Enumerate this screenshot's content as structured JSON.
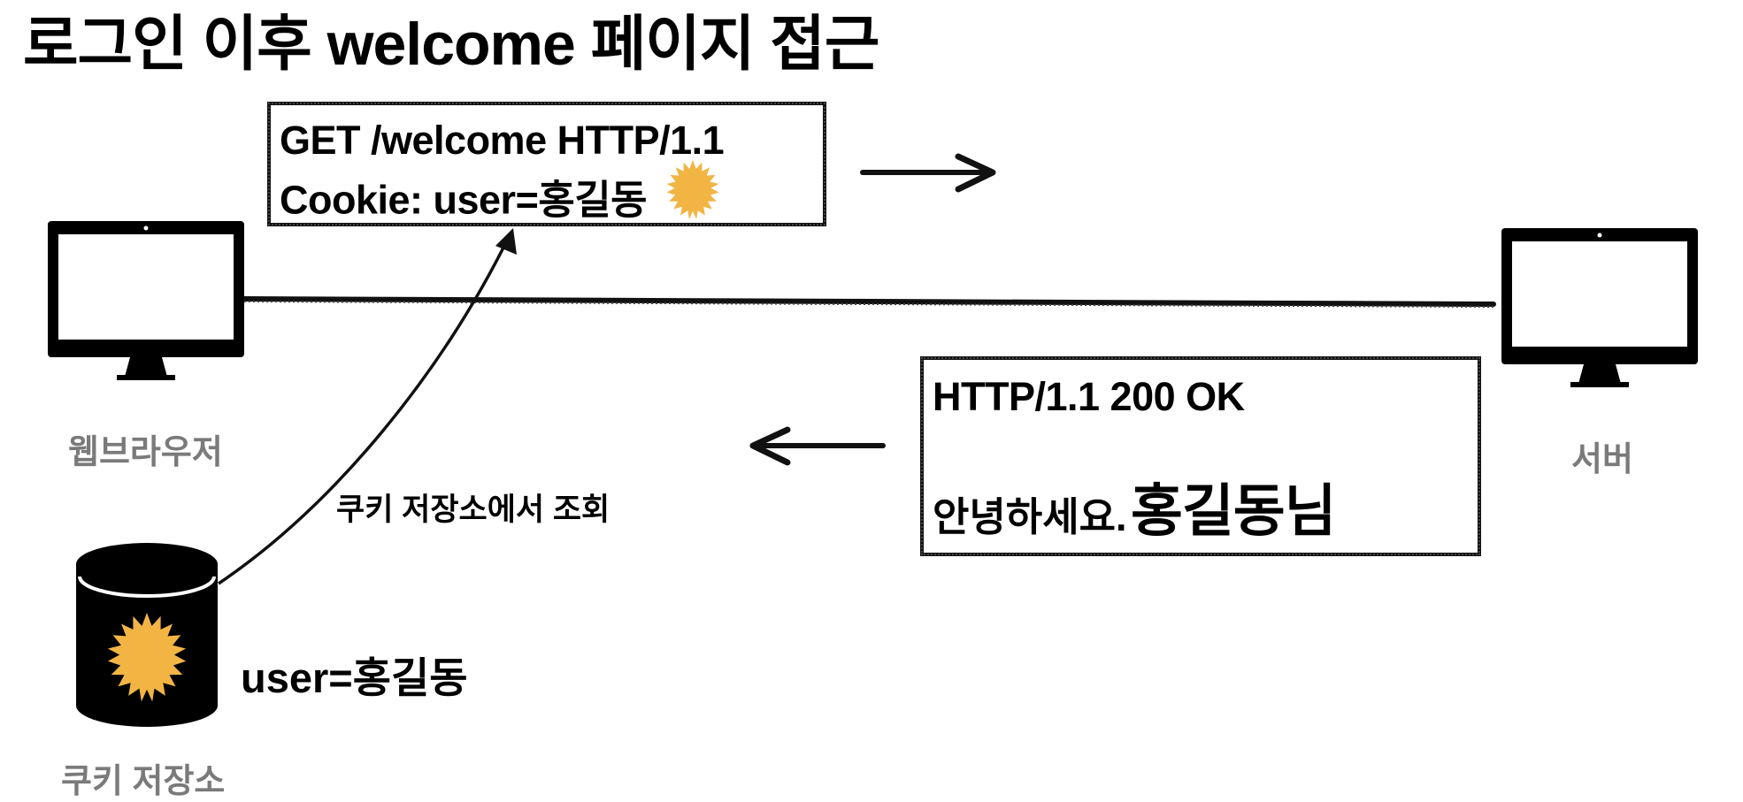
{
  "title": "로그인 이후 welcome 페이지 접근",
  "request": {
    "line1": "GET /welcome HTTP/1.1",
    "line2": "Cookie: user=홍길동"
  },
  "response": {
    "status": "HTTP/1.1 200 OK",
    "greeting_prefix": "안녕하세요.",
    "greeting_name": "홍길동님"
  },
  "browser_label": "웹브라우저",
  "server_label": "서버",
  "cookie_store_label": "쿠키 저장소",
  "cookie_store_value": "user=홍길동",
  "lookup_label": "쿠키 저장소에서 조회",
  "colors": {
    "cookie_badge": "#F2B544",
    "ink": "#000000",
    "label_gray": "#7A7A7A"
  },
  "icons": [
    "monitor-icon",
    "database-icon",
    "cookie-badge-icon",
    "arrow-right-icon",
    "arrow-left-icon"
  ]
}
